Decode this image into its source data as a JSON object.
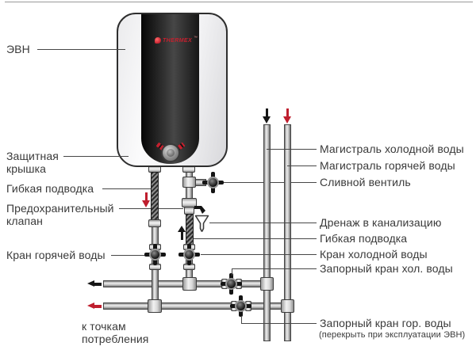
{
  "figure": {
    "type": "water-heater-plumbing-scheme",
    "colors": {
      "accent_red": "#bf1e2e",
      "pointer_line": "#474747",
      "text": "#3a3a3a",
      "pipe_gray": "#cfcfcf"
    }
  },
  "heater": {
    "brand": "THERMEX",
    "trademark": "™"
  },
  "labels": {
    "left": [
      {
        "id": "evn",
        "text": "ЭВН"
      },
      {
        "id": "protective-cover",
        "text": "Защитная крышка"
      },
      {
        "id": "flexible-hose",
        "text": "Гибкая подводка"
      },
      {
        "id": "safety-valve",
        "text": "Предохранительный клапан"
      },
      {
        "id": "hot-water-tap",
        "text": "Кран горячей воды"
      },
      {
        "id": "consumption-points",
        "text": "к точкам потребления"
      }
    ],
    "right": [
      {
        "id": "cold-main",
        "text": "Магистраль холодной воды"
      },
      {
        "id": "hot-main",
        "text": "Магистраль горячей воды"
      },
      {
        "id": "drain-valve",
        "text": "Сливной вентиль"
      },
      {
        "id": "drain-sewer",
        "text": "Дренаж в канализацию"
      },
      {
        "id": "flexible-hose",
        "text": "Гибкая подводка"
      },
      {
        "id": "cold-water-tap",
        "text": "Кран холодной воды"
      },
      {
        "id": "cold-shutoff",
        "text": "Запорный кран хол. воды"
      },
      {
        "id": "hot-shutoff",
        "text": "Запорный кран гор. воды",
        "note": "(перекрыть при эксплуатации ЭВН)"
      }
    ]
  }
}
